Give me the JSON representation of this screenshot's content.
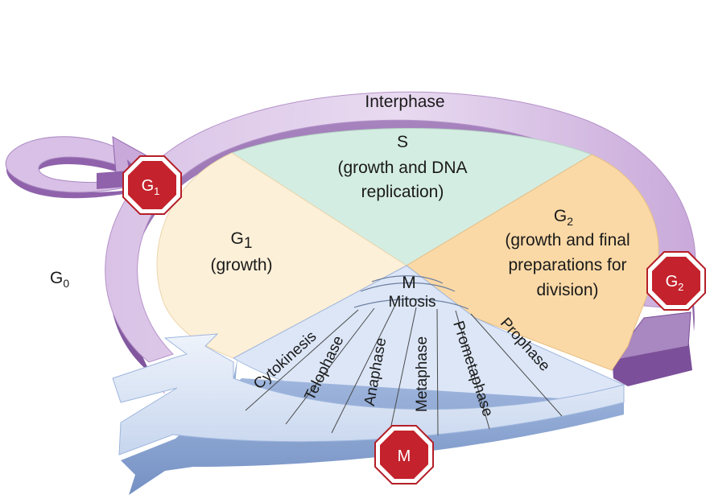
{
  "interphase": "Interphase",
  "g0": {
    "main": "G",
    "sub": "0"
  },
  "s_phase": {
    "title": "S",
    "line1": "(growth and DNA",
    "line2": "replication)"
  },
  "g1_phase": {
    "main": "G",
    "sub": "1",
    "desc": "(growth)"
  },
  "g2_phase": {
    "main": "G",
    "sub": "2",
    "line1": "(growth and final",
    "line2": "preparations for",
    "line3": "division)"
  },
  "m_label": "M",
  "mitosis_label": "Mitosis",
  "m_phases": [
    "Cytokinesis",
    "Telophase",
    "Anaphase",
    "Metaphase",
    "Prometaphase",
    "Prophase"
  ],
  "checkpoints": {
    "g1": {
      "main": "G",
      "sub": "1"
    },
    "g2": {
      "main": "G",
      "sub": "2"
    },
    "m": {
      "main": "M"
    }
  },
  "colors": {
    "s_fill": "#d4ede2",
    "g1_fill": "#fdf0d8",
    "g2_fill": "#fbd9a6",
    "m_fill": "#dce6f7",
    "ring_light": "#e7d7ef",
    "ring_mid": "#c6a6d6",
    "ring_dark": "#8f62ab",
    "stop_fill": "#c4222c"
  }
}
